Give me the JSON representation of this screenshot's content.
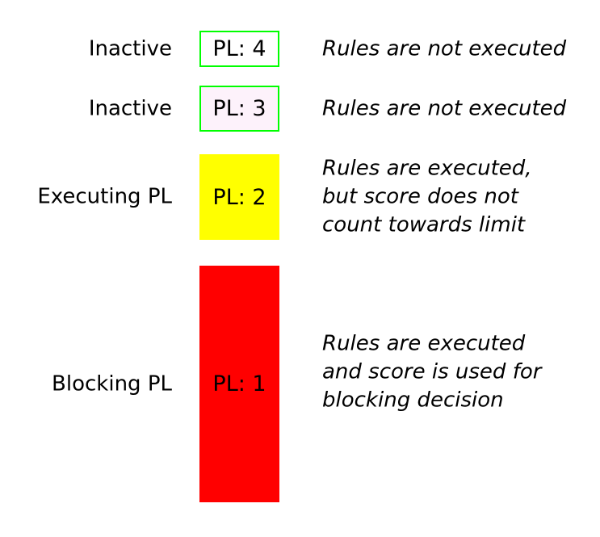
{
  "colors": {
    "background": "#ffffff",
    "text": "#000000",
    "outline_green": "#00ff00",
    "pl4_fill": "#ffffff",
    "pl3_fill": "#fdf2fb",
    "pl2_fill": "#ffff00",
    "pl1_fill": "#ff0000"
  },
  "rows": [
    {
      "label": "Inactive",
      "box_label": "PL: 4",
      "description": "Rules are not executed",
      "box_bg": "#ffffff",
      "box_border": "#00ff00"
    },
    {
      "label": "Inactive",
      "box_label": "PL: 3",
      "description": "Rules are not executed",
      "box_bg": "#fdf2fb",
      "box_border": "#00ff00"
    },
    {
      "label": "Executing PL",
      "box_label": "PL: 2",
      "description": "Rules are executed,\nbut score does not\ncount towards limit",
      "box_bg": "#ffff00"
    },
    {
      "label": "Blocking PL",
      "box_label": "PL: 1",
      "description": "Rules are executed\nand score is used for\nblocking decision",
      "box_bg": "#ff0000"
    }
  ]
}
